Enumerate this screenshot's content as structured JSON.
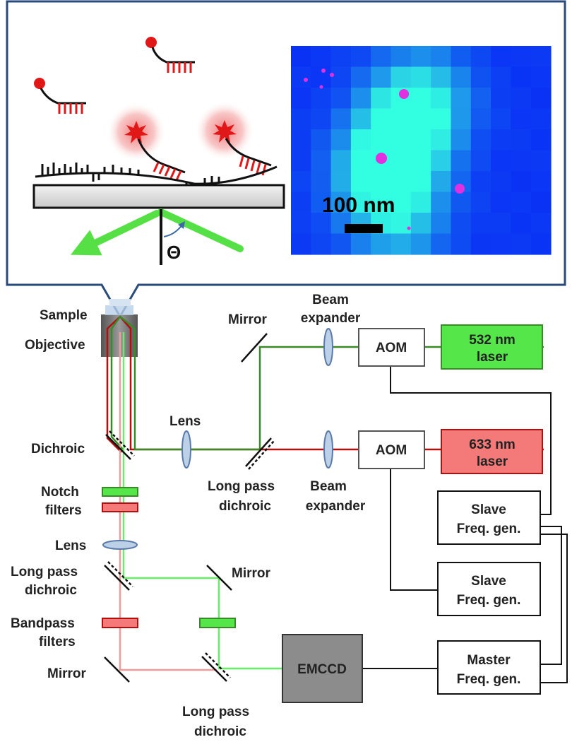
{
  "inset": {
    "scale_bar": "100 nm",
    "theta": "Θ"
  },
  "labels": {
    "sample": "Sample",
    "objective": "Objective",
    "dichroic": "Dichroic",
    "notch_filters_1": "Notch",
    "notch_filters_2": "filters",
    "lens_left": "Lens",
    "long_pass_dichroic_left_1": "Long pass",
    "long_pass_dichroic_left_2": "dichroic",
    "bandpass_filters_1": "Bandpass",
    "bandpass_filters_2": "filters",
    "mirror_left": "Mirror",
    "mirror_top": "Mirror",
    "beam_expander_top_1": "Beam",
    "beam_expander_top_2": "expander",
    "lens_middle": "Lens",
    "long_pass_dichroic_mid_1": "Long pass",
    "long_pass_dichroic_mid_2": "dichroic",
    "beam_expander_bottom_1": "Beam",
    "beam_expander_bottom_2": "expander",
    "mirror_right": "Mirror",
    "long_pass_dichroic_bottom_1": "Long pass",
    "long_pass_dichroic_bottom_2": "dichroic"
  },
  "boxes": {
    "aom_top": "AOM",
    "aom_bottom": "AOM",
    "laser_532_1": "532 nm",
    "laser_532_2": "laser",
    "laser_633_1": "633 nm",
    "laser_633_2": "laser",
    "slave1_1": "Slave",
    "slave1_2": "Freq. gen.",
    "slave2_1": "Slave",
    "slave2_2": "Freq. gen.",
    "master_1": "Master",
    "master_2": "Freq. gen.",
    "emccd": "EMCCD"
  },
  "colors": {
    "green_beam": "#3a8a2a",
    "red_beam": "#b01010",
    "light_green": "#66ee66",
    "light_red": "#f09a9a",
    "laser_532_fill": "#55e64a",
    "laser_633_fill": "#f37a78",
    "emccd_fill": "#8c8c8c",
    "inset_border": "#2a4a7a"
  }
}
